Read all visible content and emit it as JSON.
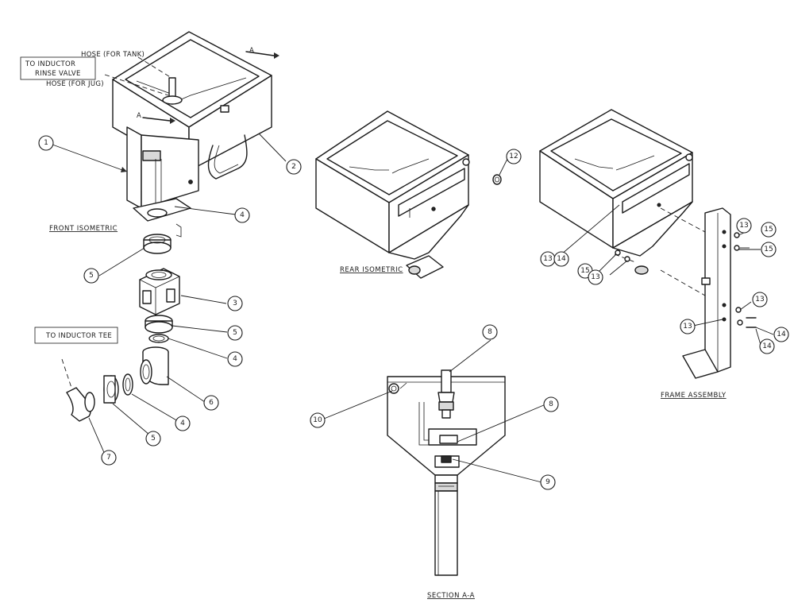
{
  "views": {
    "front_isometric": "FRONT ISOMETRIC",
    "rear_isometric": "REAR ISOMETRIC",
    "frame_assembly": "FRAME ASSEMBLY",
    "section": "SECTION A-A"
  },
  "notes": {
    "hose_tank": "HOSE (FOR TANK)",
    "hose_jug": "HOSE (FOR JUG)",
    "rinse_valve_line1": "TO INDUCTOR",
    "rinse_valve_line2": "RINSE VALVE",
    "inductor_tee": "TO INDUCTOR TEE",
    "section_mark": "A"
  },
  "callouts": {
    "c1": "1",
    "c2": "2",
    "c3": "3",
    "c4": "4",
    "c5": "5",
    "c6": "6",
    "c7": "7",
    "c8": "8",
    "c9": "9",
    "c10": "10",
    "c12": "12",
    "c13": "13",
    "c14": "14",
    "c15": "15"
  }
}
